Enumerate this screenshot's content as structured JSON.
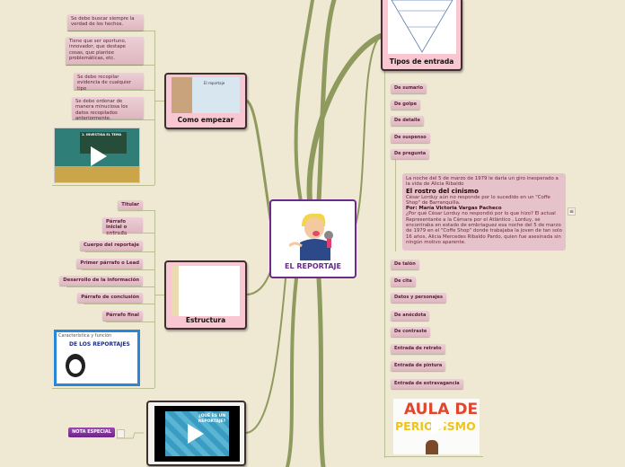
{
  "central": {
    "title": "EL REPORTAJE"
  },
  "branches": {
    "como_empezar": {
      "label": "Como empezar",
      "image_caption": "El reportaje",
      "items": [
        "Se debe buscar siempre la verdad de los hechos.",
        "Tiene que ser oportuno, innovador, que destape cosas, que plantee problemáticas, etc.",
        "Se debe recopilar evidencia de cualquier tipo",
        "Se debe ordenar de manera minuciosa los datos recopilados anteriormente."
      ],
      "video_title": "1. INVESTIGA EL TEMA"
    },
    "estructura": {
      "label": "Estructura",
      "items": [
        "Titular",
        "Párrafo inicial o entrada",
        "Cuerpo del reportaje",
        "Primer párrafo o Lead",
        "Desarrollo de la información",
        "Párrafo de conclusión",
        "Párrafo final"
      ],
      "image_title_1": "Característica y función",
      "image_title_2": "DE LOS REPORTAJES"
    },
    "tipos_de_entrada": {
      "label": "Tipos de entrada",
      "items_top": [
        "De sumario",
        "De golpe",
        "De detalle",
        "De suspenso",
        "De pregunta"
      ],
      "items_bottom": [
        "De talón",
        "De cita",
        "Datos y personajes",
        "De anécdota",
        "De contraste",
        "Entrada de retrato",
        "Entrada de pintura",
        "Entrada de extravagancia"
      ],
      "note": {
        "intro": "La noche del 5 de marzo de 1979 le daría un giro inesperado a la vida de Alicia Ribaldo",
        "heading": "El rostro del cinismo",
        "sub": "César Lorduy aún no responde por lo sucedido en un \"Coffe Shop\" de Barranquilla.",
        "author": "Por: María Victoria Vargas Pacheco",
        "body": "¿Por qué César Lorduy no respondió por lo que hizo? El actual Representante a la Cámara por el Atlántico , Lorduy, se encontraba en estado de embriaguez esa noche del 5 de marzo de 1979 en el \"Coffe Shop\" donde trabajaba la joven de tan solo 16 años, Alicia Mercedes Ribaldo Pardo, quien fue asesinada sin ningún motivo aparente."
      },
      "video_title_1": "AULA DE",
      "video_title_2": "PERIODISMO"
    },
    "video": {
      "title": "¿QUÉ ES UN REPORTAJE?",
      "tag": "NOTA ESPECIAL"
    }
  },
  "colors": {
    "background": "#efe9d3",
    "branch": "#8f9a5e",
    "node": "#f8c7d1",
    "leaf": "#e3bec7",
    "central_border": "#6a2a8e",
    "tag": "#7b2d91"
  }
}
